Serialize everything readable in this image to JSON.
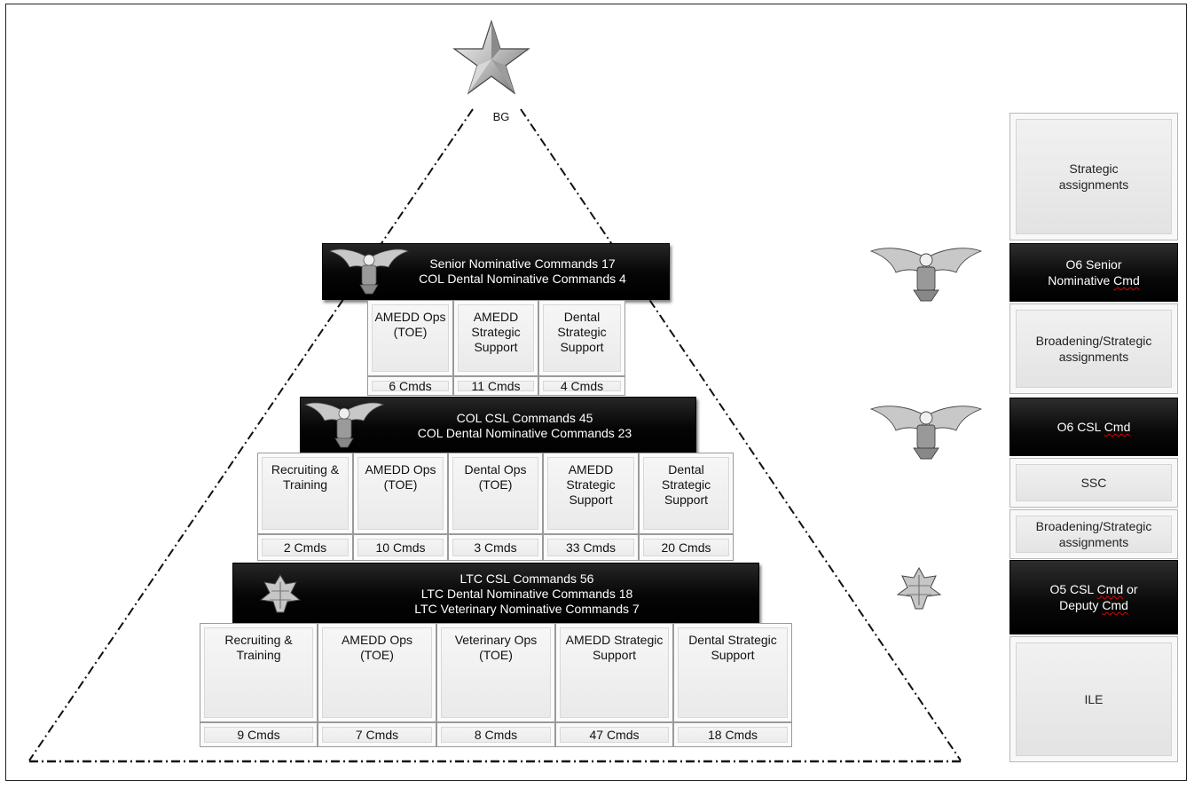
{
  "apex": {
    "label": "BG"
  },
  "bands": [
    {
      "lines": [
        "Senior Nominative Commands 17",
        "COL Dental Nominative Commands 4"
      ]
    },
    {
      "lines": [
        "COL CSL Commands 45",
        "COL Dental Nominative Commands 23"
      ]
    },
    {
      "lines": [
        "LTC CSL Commands 56",
        "LTC Dental Nominative Commands 18",
        "LTC  Veterinary  Nominative Commands 7"
      ]
    }
  ],
  "tiers": [
    {
      "cells": [
        {
          "name": "AMEDD Ops (TOE)",
          "count": "6 Cmds"
        },
        {
          "name": "AMEDD Strategic Support",
          "count": "11 Cmds"
        },
        {
          "name": "Dental Strategic Support",
          "count": "4 Cmds"
        }
      ]
    },
    {
      "cells": [
        {
          "name": "Recruiting & Training",
          "count": "2 Cmds"
        },
        {
          "name": "AMEDD Ops (TOE)",
          "count": "10 Cmds"
        },
        {
          "name": "Dental Ops (TOE)",
          "count": "3 Cmds"
        },
        {
          "name": "AMEDD Strategic Support",
          "count": "33 Cmds"
        },
        {
          "name": "Dental Strategic Support",
          "count": "20 Cmds"
        }
      ]
    },
    {
      "cells": [
        {
          "name": "Recruiting & Training",
          "count": "9 Cmds"
        },
        {
          "name": "AMEDD Ops (TOE)",
          "count": "7 Cmds"
        },
        {
          "name": "Veterinary Ops (TOE)",
          "count": "8 Cmds"
        },
        {
          "name": "AMEDD Strategic Support",
          "count": "47 Cmds"
        },
        {
          "name": "Dental Strategic Support",
          "count": "18 Cmds"
        }
      ]
    }
  ],
  "sidebar": {
    "strategic": "Strategic assignments",
    "o6_senior_a": "O6 Senior",
    "o6_senior_b": "Nominative ",
    "cmd": "Cmd",
    "broadening1": "Broadening/Strategic assignments",
    "o6_csl": "O6 CSL ",
    "ssc": "SSC",
    "broadening2": "Broadening/Strategic assignments",
    "o5_a": "O5 CSL ",
    "o5_b": " or",
    "o5_c": "Deputy ",
    "ile": "ILE"
  },
  "icons": {
    "apex": "general-star-icon",
    "col": "colonel-eagle-icon",
    "ltc": "oak-leaf-icon"
  }
}
